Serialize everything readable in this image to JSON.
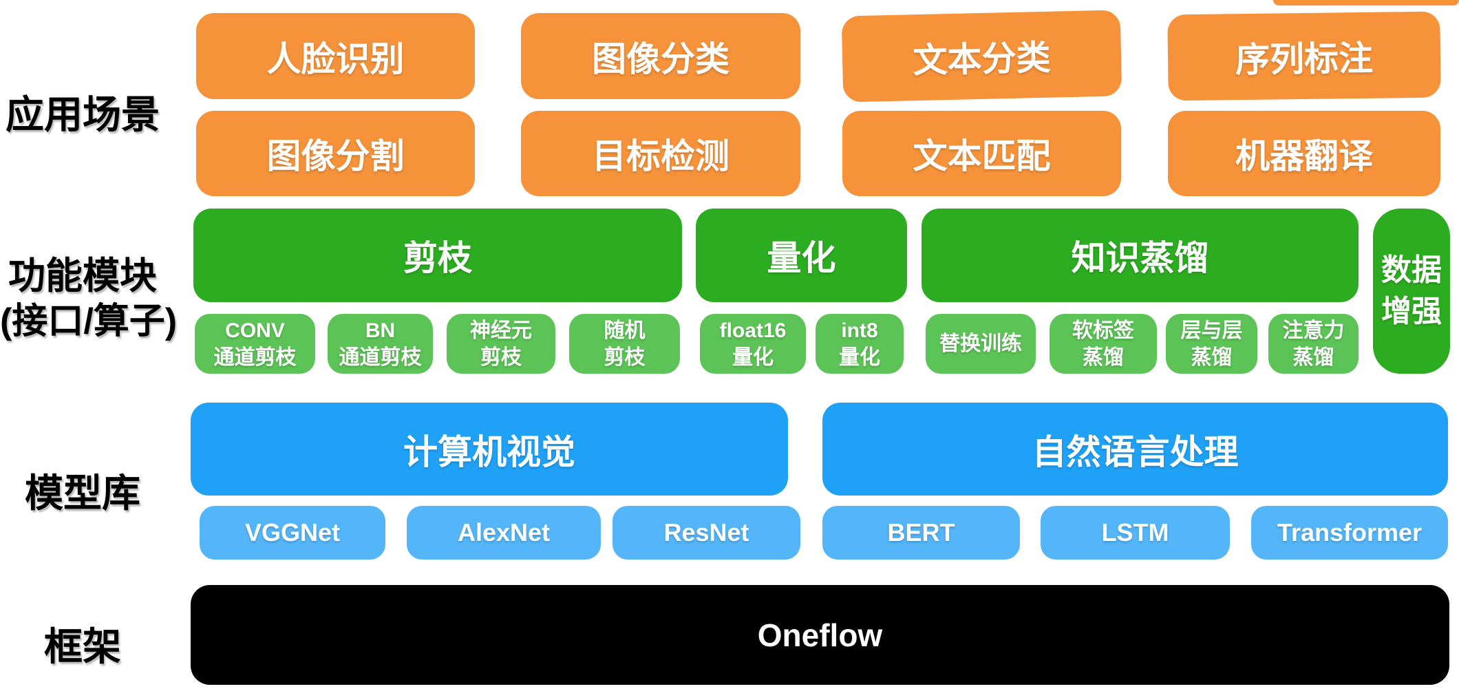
{
  "colors": {
    "orange": "#F5923A",
    "green": "#2CAC20",
    "green_light": "#5CC356",
    "blue": "#1FA1F7",
    "blue_light": "#54B5F8",
    "black": "#000000"
  },
  "application": {
    "label": "应用场景",
    "row1": [
      "人脸识别",
      "图像分类",
      "文本分类",
      "序列标注"
    ],
    "row2": [
      "图像分割",
      "目标检测",
      "文本匹配",
      "机器翻译"
    ]
  },
  "modules": {
    "label_line1": "功能模块",
    "label_line2": "(接口/算子)",
    "group_titles": [
      "剪枝",
      "量化",
      "知识蒸馏"
    ],
    "data_augment": {
      "line1": "数据",
      "line2": "增强"
    },
    "items": [
      {
        "line1": "CONV",
        "line2": "通道剪枝"
      },
      {
        "line1": "BN",
        "line2": "通道剪枝"
      },
      {
        "line1": "神经元",
        "line2": "剪枝"
      },
      {
        "line1": "随机",
        "line2": "剪枝"
      },
      {
        "line1": "float16",
        "line2": "量化"
      },
      {
        "line1": "int8",
        "line2": "量化"
      },
      {
        "line1": "替换训练",
        "line2": ""
      },
      {
        "line1": "软标签",
        "line2": "蒸馏"
      },
      {
        "line1": "层与层",
        "line2": "蒸馏"
      },
      {
        "line1": "注意力",
        "line2": "蒸馏"
      }
    ]
  },
  "models": {
    "label": "模型库",
    "group_titles": [
      "计算机视觉",
      "自然语言处理"
    ],
    "items": [
      "VGGNet",
      "AlexNet",
      "ResNet",
      "BERT",
      "LSTM",
      "Transformer"
    ]
  },
  "framework": {
    "label": "框架",
    "name": "Oneflow"
  }
}
